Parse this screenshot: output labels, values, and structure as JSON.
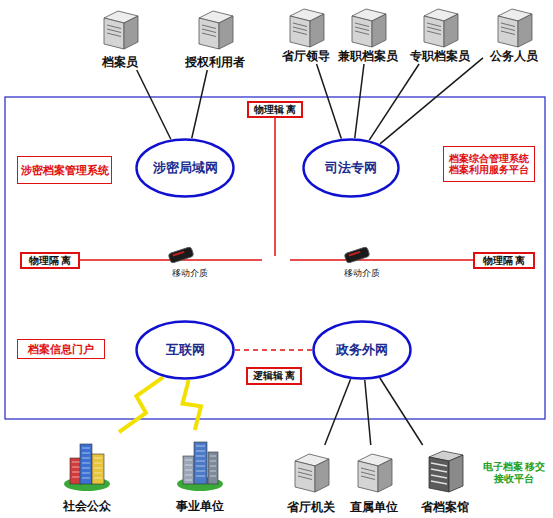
{
  "diagram": {
    "nodes": [
      {
        "text": [
          "档案员"
        ]
      },
      {
        "text": [
          "授权利用者"
        ]
      },
      {
        "text": [
          "省厅领导"
        ]
      },
      {
        "text": [
          "兼职档案员"
        ]
      },
      {
        "text": [
          "专职档案员"
        ]
      },
      {
        "text": [
          "公务人员"
        ]
      },
      {
        "text": [
          "物理辑 离"
        ]
      },
      {
        "text": [
          "涉密档案管理系统"
        ]
      },
      {
        "text": [
          "涉密局域网"
        ]
      },
      {
        "text": [
          "司法专网"
        ]
      },
      {
        "text": [
          "档案综合管理系统 档案利用服务平台"
        ]
      },
      {
        "text": [
          "物理隔 离"
        ]
      },
      {
        "text": [
          "物理隔 离"
        ]
      },
      {
        "text": [
          "档案信息门户"
        ]
      },
      {
        "text": [
          "互联网"
        ]
      },
      {
        "text": [
          "政务外网"
        ]
      },
      {
        "text": [
          "逻辑辑 离"
        ]
      },
      {
        "text": [
          "社会公众"
        ]
      },
      {
        "text": [
          "事业单位"
        ]
      },
      {
        "text": [
          "省厅机关"
        ]
      },
      {
        "text": [
          "直属单位"
        ]
      },
      {
        "text": [
          "省档案馆"
        ]
      }
    ],
    "edges": [
      {
        "from": 0,
        "to": 8,
        "arrow": "none"
      },
      {
        "from": 1,
        "to": 8,
        "arrow": "none"
      },
      {
        "from": 2,
        "to": 9,
        "arrow": "none"
      },
      {
        "from": 3,
        "to": 9,
        "arrow": "none"
      },
      {
        "from": 4,
        "to": 9,
        "arrow": "none"
      },
      {
        "from": 5,
        "to": 9,
        "arrow": "none"
      },
      {
        "from": 14,
        "to": 15,
        "arrow": "none"
      },
      {
        "from": 14,
        "to": 17,
        "arrow": "none"
      },
      {
        "from": 14,
        "to": 18,
        "arrow": "none"
      },
      {
        "from": 15,
        "to": 19,
        "arrow": "none"
      },
      {
        "from": 15,
        "to": 20,
        "arrow": "none"
      },
      {
        "from": 15,
        "to": 21,
        "arrow": "none"
      }
    ],
    "labels": [
      "移动介质",
      "移动介质",
      "电子档案 移交接收平台"
    ]
  }
}
